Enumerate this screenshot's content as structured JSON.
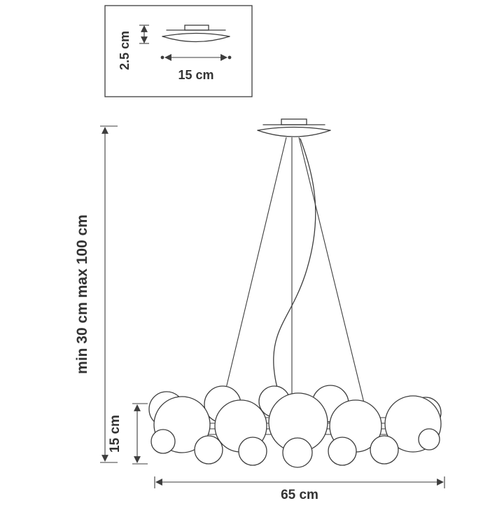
{
  "diagram": {
    "type": "chandelier-dimension-drawing",
    "colors": {
      "background": "#ffffff",
      "line": "#3d3d3d",
      "text": "#333333"
    },
    "detail_box": {
      "height_label": "2.5 cm",
      "width_label": "15 cm"
    },
    "dimensions": {
      "suspension_height": "min 30 cm max 100 cm",
      "cluster_height": "15 cm",
      "cluster_width": "65 cm"
    }
  }
}
